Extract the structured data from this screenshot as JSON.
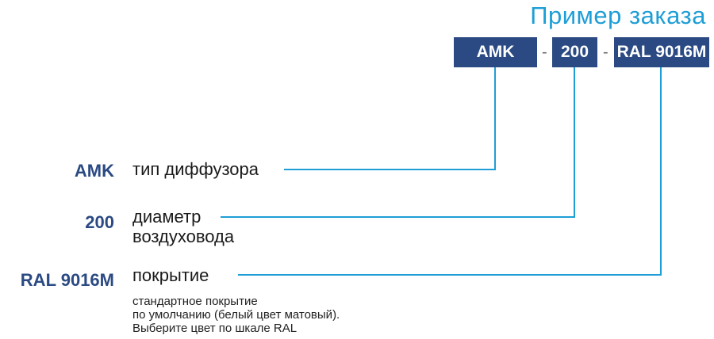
{
  "title": "Пример заказа",
  "order": {
    "code1": "AMK",
    "sep1": "-",
    "code2": "200",
    "sep2": "-",
    "code3": "RAL 9016M"
  },
  "legend": [
    {
      "code": "AMK",
      "label": "тип диффузора"
    },
    {
      "code": "200",
      "label_line1": "диаметр",
      "label_line2": "воздуховода"
    },
    {
      "code": "RAL 9016M",
      "label": "покрытие",
      "note_line1": "стандартное покрытие",
      "note_line2": "по умолчанию (белый цвет матовый).",
      "note_line3": "Выберите цвет по шкале RAL"
    }
  ],
  "colors": {
    "accent": "#1e9ed6",
    "box": "#2b4a83",
    "line": "#1e9ed6"
  }
}
